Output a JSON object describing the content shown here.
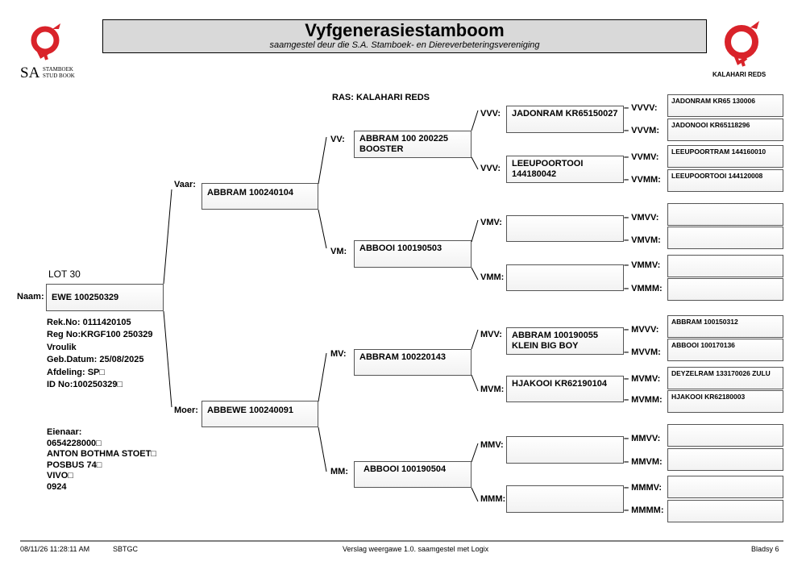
{
  "header": {
    "title": "Vyfgenerasiestamboom",
    "subtitle": "saamgestel deur die S.A. Stamboek- en Diereverbeteringsvereniging"
  },
  "logos": {
    "left_text_sa": "SA",
    "left_text_line1": "STAMBOEK",
    "left_text_line2": "STUD BOOK",
    "right_text": "KALAHARI REDS",
    "color": "#d9232a"
  },
  "ras": "RAS: KALAHARI REDS",
  "lot": "LOT 30",
  "subject": {
    "naam_label": "Naam:",
    "naam": "EWE 100250329",
    "rek": "Rek.No: 0111420105",
    "reg": "Reg No:KRGF100 250329",
    "sex": "Vroulik",
    "geb": "Geb.Datum: 25/08/2025",
    "afdeling": "Afdeling: SP□",
    "id": "ID No:100250329□"
  },
  "owner": {
    "label": "Eienaar:",
    "number": "0654228000□",
    "name": "ANTON BOTHMA STOET□",
    "address1": "POSBUS 74□",
    "address2": "VIVO□",
    "code": "0924"
  },
  "gen1": {
    "vaar_label": "Vaar:",
    "vaar": "ABBRAM 100240104",
    "moer_label": "Moer:",
    "moer": "ABBEWE 100240091"
  },
  "gen2": {
    "vv_label": "VV:",
    "vv": "ABBRAM 100 200225 BOOSTER",
    "vm_label": "VM:",
    "vm": "ABBOOI 100190503",
    "mv_label": "MV:",
    "mv": "ABBRAM 100220143",
    "mm_label": "MM:",
    "mm": "ABBOOI 100190504"
  },
  "gen3": {
    "vvv_label": "VVV:",
    "vvv": "JADONRAM KR65150027",
    "vvm_label": "VVV:",
    "vvm": "LEEUPOORTOOI 144180042",
    "vmv_label": "VMV:",
    "vmv": "",
    "vmm_label": "VMM:",
    "vmm": "",
    "mvv_label": "MVV:",
    "mvv": "ABBRAM 100190055 KLEIN BIG BOY",
    "mvm_label": "MVM:",
    "mvm": "HJAKOOI KR62190104",
    "mmv_label": "MMV:",
    "mmv": "",
    "mmm_label": "MMM:",
    "mmm": ""
  },
  "gen4": [
    {
      "label": "VVVV:",
      "name": "JADONRAM KR65 130006"
    },
    {
      "label": "VVVM:",
      "name": "JADONOOI KR65118296"
    },
    {
      "label": "VVMV:",
      "name": "LEEUPOORTRAM 144160010"
    },
    {
      "label": "VVMM:",
      "name": "LEEUPOORTOOI 144120008"
    },
    {
      "label": "VMVV:",
      "name": ""
    },
    {
      "label": "VMVM:",
      "name": ""
    },
    {
      "label": "VMMV:",
      "name": ""
    },
    {
      "label": "VMMM:",
      "name": ""
    },
    {
      "label": "MVVV:",
      "name": "ABBRAM 100150312"
    },
    {
      "label": "MVVM:",
      "name": "ABBOOI 100170136"
    },
    {
      "label": "MVMV:",
      "name": "DEYZELRAM 133170026 ZULU"
    },
    {
      "label": "MVMM:",
      "name": "HJAKOOI KR62180003"
    },
    {
      "label": "MMVV:",
      "name": ""
    },
    {
      "label": "MMVM:",
      "name": ""
    },
    {
      "label": "MMMV:",
      "name": ""
    },
    {
      "label": "MMMM:",
      "name": ""
    }
  ],
  "footer": {
    "datetime": "08/11/26 11:28:11 AM",
    "code": "SBTGC",
    "report": "Verslag weergawe 1.0. saamgestel met Logix",
    "page": "Bladsy 6"
  }
}
